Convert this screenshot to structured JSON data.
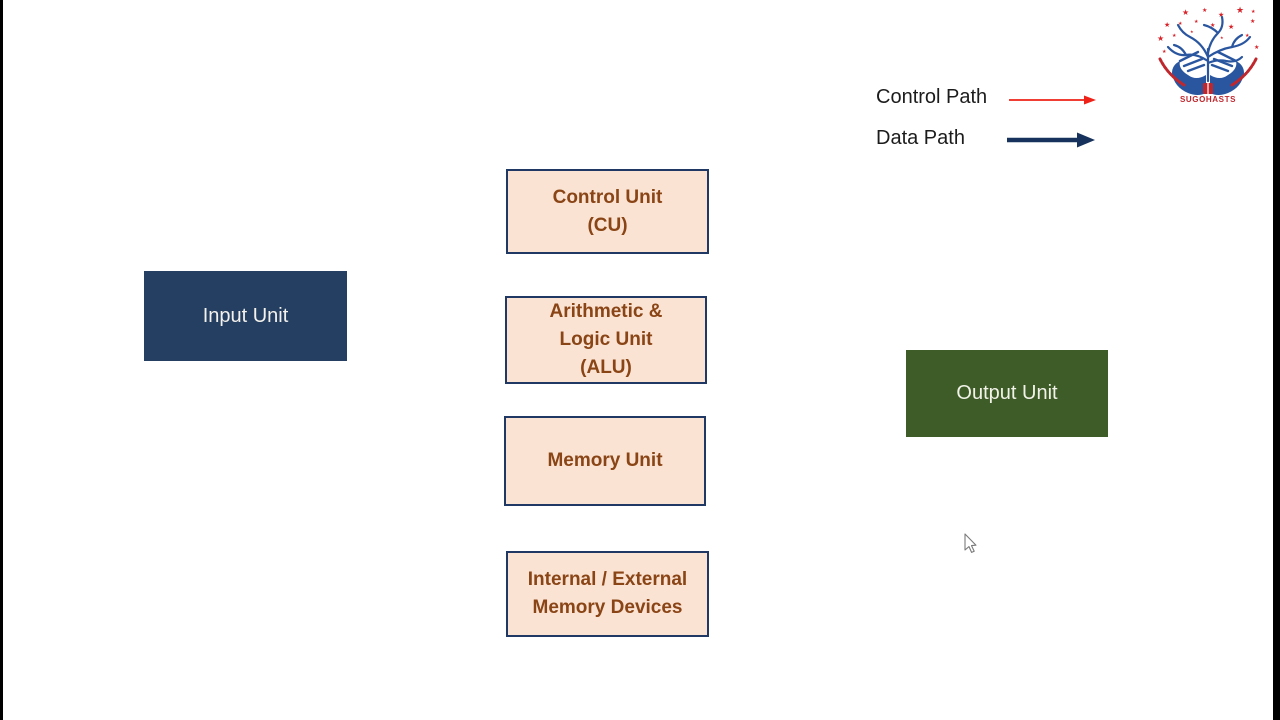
{
  "legend": {
    "control_path": {
      "label": "Control Path",
      "arrow_color": "#ee2218"
    },
    "data_path": {
      "label": "Data Path",
      "arrow_color": "#17335d"
    }
  },
  "diagram": {
    "control_unit": {
      "lines": [
        "Control Unit",
        "(CU)"
      ]
    },
    "alu_unit": {
      "lines": [
        "Arithmetic &",
        "Logic Unit",
        "(ALU)"
      ]
    },
    "memory_unit": {
      "lines": [
        "Memory Unit"
      ]
    },
    "int_ext_unit": {
      "lines": [
        "Internal / External",
        "Memory Devices"
      ]
    },
    "input_unit": {
      "label": "Input Unit"
    },
    "output_unit": {
      "label": "Output Unit"
    }
  },
  "colors": {
    "peach_fill": "#fbe3d3",
    "box_border_navy": "#1f3864",
    "box_text_brown": "#8a4516",
    "input_fill_navy": "#243f61",
    "output_fill_green": "#3e5c28",
    "logo_blue": "#2a56a0",
    "logo_red": "#c0272d",
    "letterbox_black": "#000000"
  },
  "logo": {
    "caption": "SUGOHASTS"
  }
}
